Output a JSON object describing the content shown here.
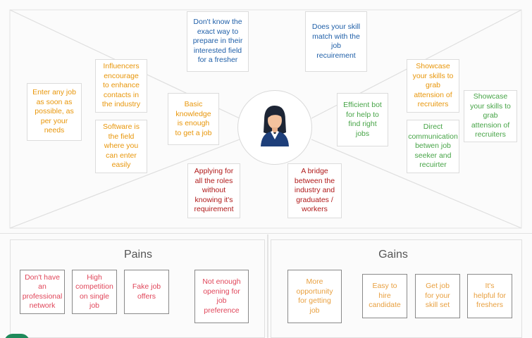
{
  "colors": {
    "blue": "#1f5fa8",
    "orange": "#e8960a",
    "green": "#47a447",
    "red": "#b01a1a",
    "pain": "#e0465a",
    "gain": "#e8a040"
  },
  "persona": {
    "icon": "woman-avatar-icon"
  },
  "notes": {
    "top_left": "Don't know the\nexact way to\nprepare in their\ninterested field\nfor a fresher",
    "top_right": "Does your skill\nmatch with the\njob\nrecuirement",
    "left_outer": "Enter any job\nas soon as\npossible, as\nper your\nneeds",
    "left_mid_top": "Influencers\nencourage\nto enhance\ncontacts in\nthe industry",
    "left_mid_bottom": "Software is\nthe field\nwhere you\ncan enter\neasily",
    "left_inner": "Basic\nknowledge\nis enough\nto get  a job",
    "right_inner": "Efficient bot\nfor help to\nfind right\njobs",
    "right_mid_top": "Showcase\nyour skills to\ngrab\nattension of\nrecruiters",
    "right_mid_bottom": "Direct\ncommunication\nbetwen job\nseeker and\nrecuirter",
    "right_outer": "Showcase\nyour skills to\ngrab\nattension of\nrecruiters",
    "bottom_left": "Applying for\nall the roles\nwithout\nknowing it's\nrequirement",
    "bottom_right": "A bridge\nbetween the\nindustry and\ngraduates /\nworkers"
  },
  "pains": {
    "title": "Pains",
    "items": [
      "Don't have\nan\nprofessional\nnetwork",
      "High\ncompetition\non single\njob",
      "Fake job\noffers",
      "Not enough\nopening for\njob\npreference"
    ]
  },
  "gains": {
    "title": "Gains",
    "items": [
      "More\nopportunity\nfor getting\njob",
      "Easy to\nhire\ncandidate",
      "Get job\nfor your\nskill set",
      "It's\nhelpful for\nfreshers"
    ]
  }
}
